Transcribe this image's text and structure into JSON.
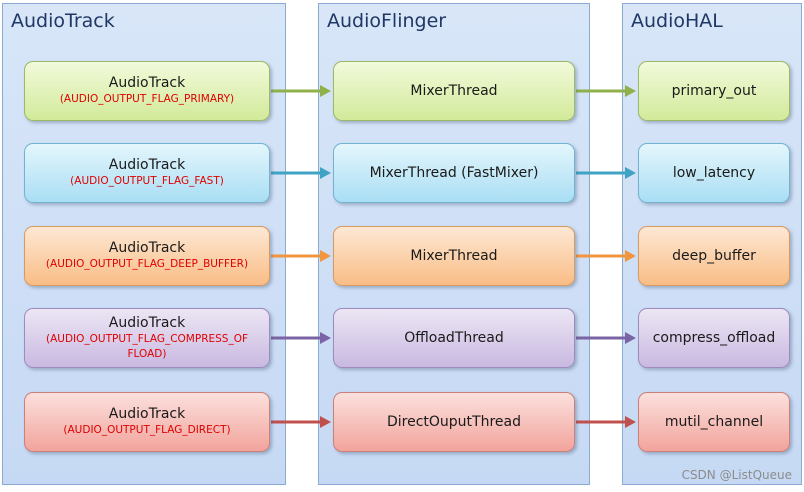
{
  "columns": {
    "track": "AudioTrack",
    "flinger": "AudioFlinger",
    "hal": "AudioHAL"
  },
  "rows": [
    {
      "track_name": "AudioTrack",
      "flag": "(AUDIO_OUTPUT_FLAG_PRIMARY)",
      "thread": "MixerThread",
      "output": "primary_out",
      "color": "#8fb04a"
    },
    {
      "track_name": "AudioTrack",
      "flag": "(AUDIO_OUTPUT_FLAG_FAST)",
      "thread": "MixerThread (FastMixer)",
      "output": "low_latency",
      "color": "#3fa3c4"
    },
    {
      "track_name": "AudioTrack",
      "flag": "(AUDIO_OUTPUT_FLAG_DEEP_BUFFER)",
      "thread": "MixerThread",
      "output": "deep_buffer",
      "color": "#f0963e"
    },
    {
      "track_name": "AudioTrack",
      "flag": "(AUDIO_OUTPUT_FLAG_COMPRESS_OF FLOAD)",
      "thread": "OffloadThread",
      "output": "compress_offload",
      "color": "#7b64a6"
    },
    {
      "track_name": "AudioTrack",
      "flag": "(AUDIO_OUTPUT_FLAG_DIRECT)",
      "thread": "DirectOuputThread",
      "output": "mutil_channel",
      "color": "#c0504d"
    }
  ],
  "watermark": "CSDN @ListQueue"
}
